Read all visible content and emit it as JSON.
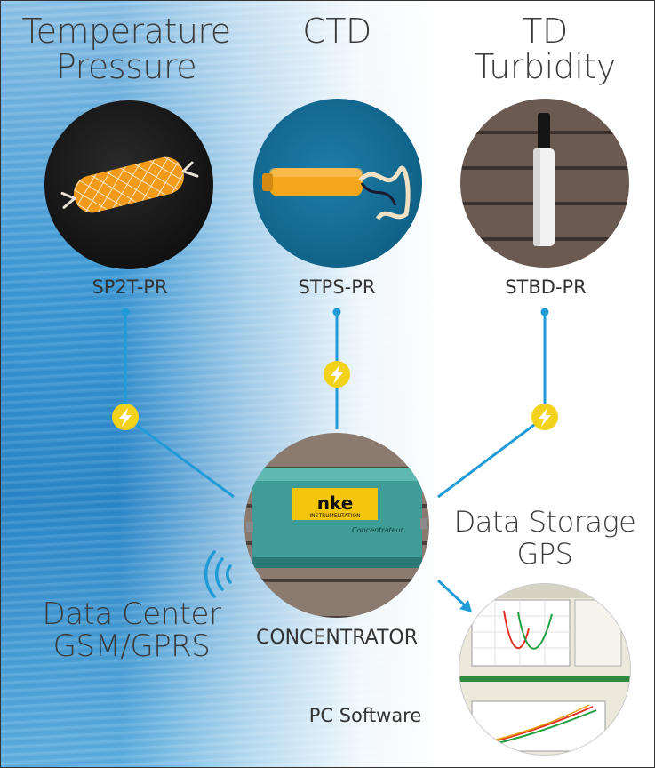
{
  "sensors": [
    {
      "title_line1": "Temperature",
      "title_line2": "Pressure",
      "model": "SP2T-PR"
    },
    {
      "title_line1": "CTD",
      "title_line2": "",
      "model": "STPS-PR"
    },
    {
      "title_line1": "TD",
      "title_line2": "Turbidity",
      "model": "STBD-PR"
    }
  ],
  "hub": {
    "label": "CONCENTRATOR",
    "brand": "nke",
    "brand_sub": "INSTRUMENTATION",
    "device_text": "Concentrateur"
  },
  "data_center": {
    "line1": "Data Center",
    "line2": "GSM/GPRS"
  },
  "storage": {
    "line1": "Data Storage",
    "line2": "GPS"
  },
  "software": {
    "label": "PC Software"
  },
  "colors": {
    "connector": "#1f9bd7",
    "power_badge": "#f2d21b",
    "heading_text": "#3a3a3a"
  },
  "icons": [
    "lightning-bolt-icon",
    "wireless-signal-icon",
    "arrow-head-icon"
  ]
}
